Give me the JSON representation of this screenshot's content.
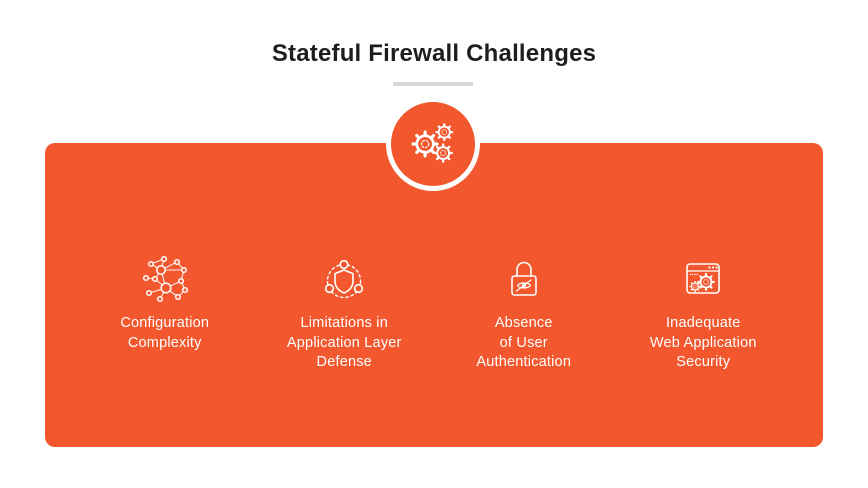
{
  "title": "Stateful Firewall Challenges",
  "colors": {
    "accent_orange": "#F2572E",
    "title_text": "#1E1E1E",
    "underline_gray": "#D8D8D8",
    "panel_text": "#FFFFFF"
  },
  "badge": {
    "icon": "gears-icon"
  },
  "challenges": [
    {
      "icon": "network-nodes-icon",
      "label": "Configuration\nComplexity"
    },
    {
      "icon": "shield-orbit-icon",
      "label": "Limitations in\nApplication Layer\nDefense"
    },
    {
      "icon": "lock-hidden-eye-icon",
      "label": "Absence\nof User\nAuthentication"
    },
    {
      "icon": "browser-gears-icon",
      "label": "Inadequate\nWeb Application\nSecurity"
    }
  ]
}
